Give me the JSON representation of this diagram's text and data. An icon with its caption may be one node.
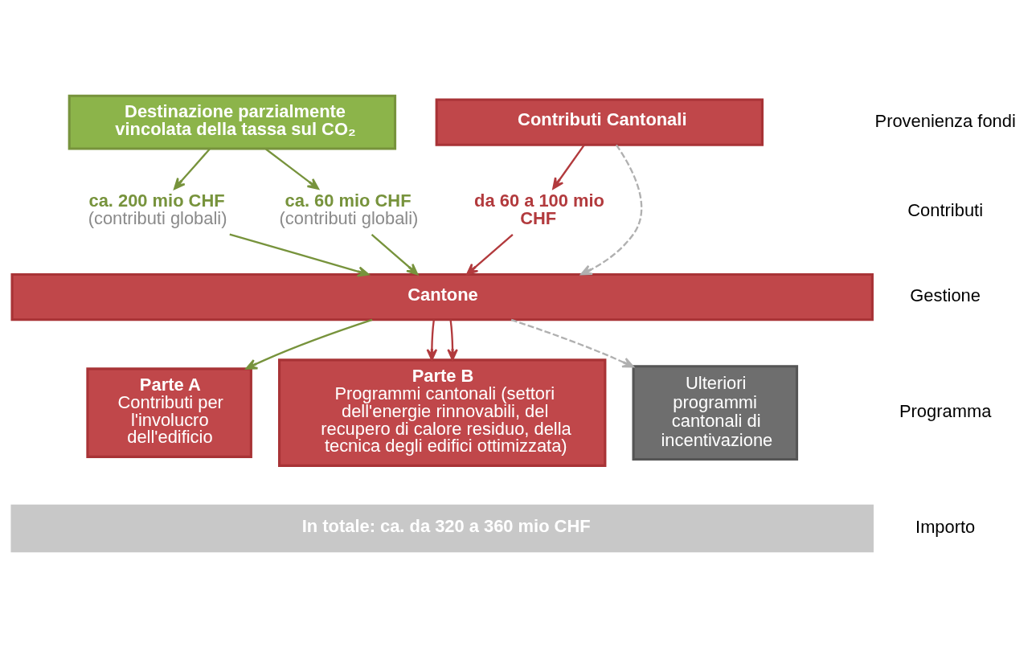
{
  "diagram": {
    "nodes": [
      {
        "text": [
          "Destinazione parzialmente vincolata della tassa sul CO₂"
        ]
      },
      {
        "text": [
          "Contributi Cantonali"
        ]
      },
      {
        "text": [
          "ca. 200 mio CHF",
          "(contributi globali)"
        ]
      },
      {
        "text": [
          "ca. 60 mio CHF",
          "(contributi globali)"
        ]
      },
      {
        "text": [
          "da 60 a 100 mio CHF"
        ]
      },
      {
        "text": [
          "Cantone"
        ]
      },
      {
        "text": [
          "Parte A",
          "Contributi per l'involucro dell'edificio"
        ]
      },
      {
        "text": [
          "Parte B",
          "Programmi cantonali (settori dell'energie rinnovabili, del recupero di calore residuo, della tecnica degli edifici ottimizzata)"
        ]
      },
      {
        "text": [
          "Ulteriori programmi cantonali di incentivazione"
        ]
      },
      {
        "text": [
          "In totale: ca. da 320 a 360 mio CHF"
        ]
      }
    ],
    "edges": [
      {
        "from": 0,
        "to": 2,
        "arrow": "to"
      },
      {
        "from": 0,
        "to": 3,
        "arrow": "to"
      },
      {
        "from": 1,
        "to": 4,
        "arrow": "to",
        "color": "#b23a3d"
      },
      {
        "from": 1,
        "to": 5,
        "arrow": "to",
        "style": "dashed",
        "color": "#b0b0b0"
      },
      {
        "from": 2,
        "to": 5,
        "arrow": "to"
      },
      {
        "from": 3,
        "to": 5,
        "arrow": "to"
      },
      {
        "from": 4,
        "to": 5,
        "arrow": "to",
        "color": "#b23a3d"
      },
      {
        "from": 5,
        "to": 6,
        "arrow": "to"
      },
      {
        "from": 5,
        "to": 7,
        "arrow": "to",
        "color": "#b23a3d"
      },
      {
        "from": 5,
        "to": 7,
        "arrow": "to",
        "color": "#b23a3d"
      },
      {
        "from": 5,
        "to": 8,
        "arrow": "to",
        "style": "dashed",
        "color": "#b0b0b0"
      }
    ],
    "labels": [
      "Provenienza fondi",
      "Contributi",
      "Gestione",
      "Programma",
      "Importo"
    ]
  }
}
